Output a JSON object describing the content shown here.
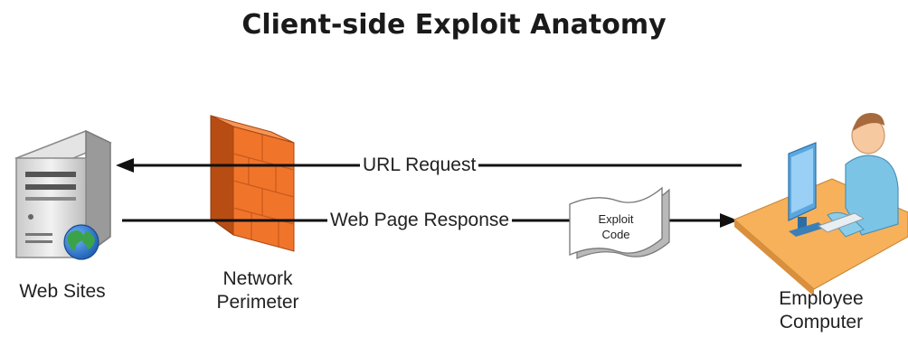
{
  "title": "Client-side Exploit Anatomy",
  "nodes": {
    "web_sites": {
      "label": "Web Sites",
      "icon": "web-server-icon"
    },
    "perimeter": {
      "line1": "Network",
      "line2": "Perimeter",
      "icon": "firewall-icon"
    },
    "employee": {
      "line1": "Employee",
      "line2": "Computer",
      "icon": "user-at-computer-icon"
    },
    "exploit": {
      "line1": "Exploit",
      "line2": "Code",
      "icon": "document-icon"
    }
  },
  "edges": {
    "request": {
      "label": "URL Request"
    },
    "response": {
      "label": "Web Page Response"
    }
  },
  "colors": {
    "firewall": "#f0752b",
    "firewall_dark": "#b84d14",
    "globe_blue": "#1e5fb0",
    "globe_green": "#3aa34a",
    "desk": "#f7b15a",
    "person": "#7cc4e6"
  }
}
